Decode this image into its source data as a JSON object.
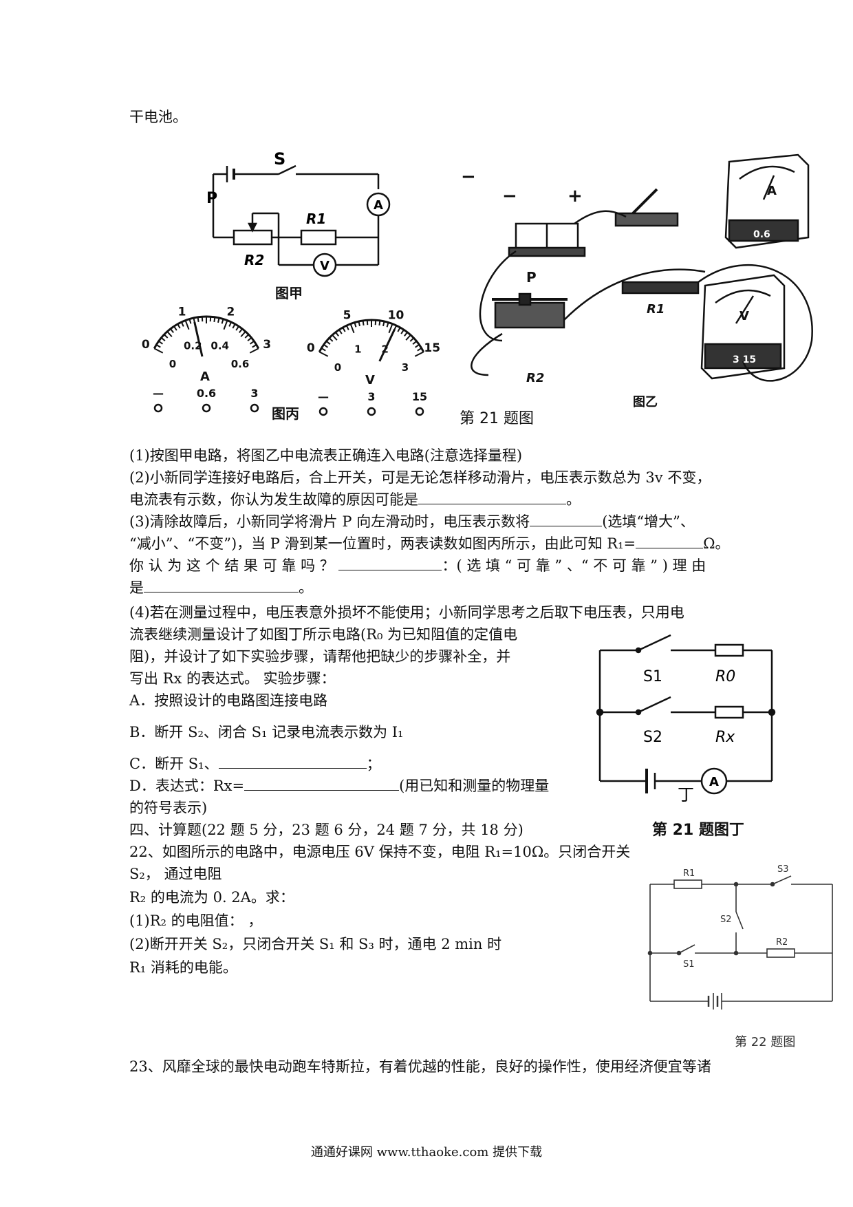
{
  "top_line": "干电池。",
  "figures": {
    "jia": {
      "caption": "图甲",
      "labels": {
        "switch": "S",
        "slider": "P",
        "r1": "R1",
        "r2": "R2",
        "ammeter": "A",
        "voltmeter": "V"
      }
    },
    "yi": {
      "caption": "图乙",
      "labels": {
        "minus": "−",
        "plus": "+",
        "slider": "P",
        "r1": "R1",
        "r2": "R2",
        "ammeter": "A",
        "voltmeter": "V",
        "amm_term": "0.6",
        "volt_term": "3  15"
      }
    },
    "bing": {
      "caption": "图丙",
      "ammeter": {
        "outer_ticks": [
          "0",
          "1",
          "2",
          "3"
        ],
        "inner_ticks": [
          "0",
          "0.2",
          "0.4",
          "0.6"
        ],
        "unit": "A",
        "terminals": [
          "—",
          "0.6",
          "3"
        ],
        "reading_fraction": 0.4
      },
      "voltmeter": {
        "outer_ticks": [
          "0",
          "5",
          "10",
          "15"
        ],
        "inner_ticks": [
          "0",
          "1",
          "2",
          "3"
        ],
        "unit": "V",
        "terminals": [
          "—",
          "3",
          "15"
        ],
        "reading_fraction": 0.7
      }
    },
    "fig21_caption": "第 21 题图",
    "ding": {
      "labels": {
        "s1": "S1",
        "r0": "R0",
        "s2": "S2",
        "rx": "Rx",
        "ammeter": "A",
        "ding": "丁"
      },
      "caption": "第 21 题图丁"
    },
    "fig22": {
      "labels": {
        "r1": "R1",
        "r2": "R2",
        "s1": "S1",
        "s2": "S2",
        "s3": "S3"
      },
      "caption": "第 22 题图"
    }
  },
  "q21": {
    "p1": "(1)按图甲电路，将图乙中电流表正确连入电路(注意选择量程)",
    "p2a": "(2)小新同学连接好电路后，合上开关，可是无论怎样移动滑片，电压表示数总为 3v 不变，",
    "p2b_pre": "电流表有示数，你认为发生故障的原因可能是",
    "p2b_post": "。",
    "p3a_pre": "(3)清除故障后，小新同学将滑片 P 向左滑动时，电压表示数将",
    "p3a_post": "(选填“增大”、",
    "p3b_pre": "“减小”、“不变”)，当 P 滑到某一位置时，两表读数如图丙所示，由此可知 R₁=",
    "p3b_post": "Ω。",
    "p3c_pre": "你 认 为 这 个 结 果 可 靠 吗 ？",
    "p3c_post": "：( 选 填 “ 可 靠 ” 、“ 不 可 靠 ” ) 理 由",
    "p3d_pre": "是",
    "p3d_post": "。",
    "p4a": "(4)若在测量过程中，电压表意外损坏不能使用；小新同学思考之后取下电压表，只用电",
    "p4b": "流表继续测量设计了如图丁所示电路(R₀ 为已知阻值的定值电",
    "p4c": "阻)，并设计了如下实验步骤，请帮他把缺少的步骤补全，并",
    "p4d": "写出 Rx 的表达式。      实验步骤：",
    "stepA": "A．按照设计的电路图连接电路",
    "stepB": "B．断开 S₂、闭合 S₁ 记录电流表示数为 I₁",
    "stepC_pre": "C．断开 S₁、",
    "stepC_post": "；",
    "stepD_pre": "D．表达式：Rx=",
    "stepD_post": "(用已知和测量的物理量",
    "stepD2": "的符号表示)"
  },
  "section4": "四、计算题(22 题 5 分，23 题 6 分，24 题 7 分，共 18 分)",
  "q22": {
    "l1": "22、如图所示的电路中，电源电压 6V 保持不变，电阻 R₁=10Ω。只闭合开关",
    "l2": "S₂，   通过电阻",
    "l3": "R₂ 的电流为 0. 2A。求：",
    "l4": "(1)R₂ 的电阻值：     ，",
    "l5": "(2)断开开关 S₂，只闭合开关 S₁ 和 S₃ 时，通电 2 min 时",
    "l6": "R₁ 消耗的电能。"
  },
  "q23": "23、风靡全球的最快电动跑车特斯拉，有着优越的性能，良好的操作性，使用经济便宜等诸",
  "footer": "通通好课网  www.tthaoke.com  提供下载"
}
